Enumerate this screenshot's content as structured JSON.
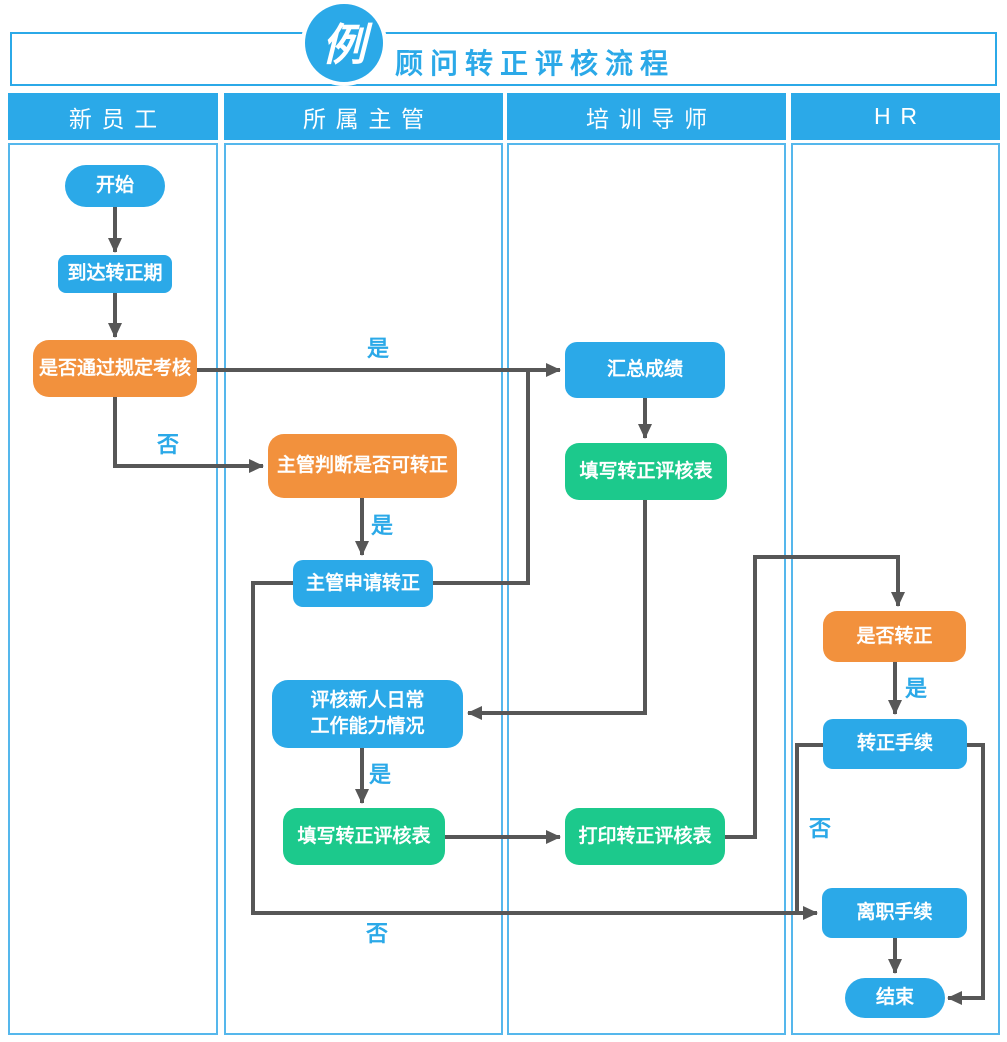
{
  "badge": "例",
  "title": "顾问转正评核流程",
  "colors": {
    "node_blue": "#2BA9E8",
    "node_orange": "#F2913D",
    "node_green": "#1CC98C",
    "arrow_gray": "#575757",
    "label_blue": "#2BA9E8"
  },
  "lanes": [
    {
      "id": "new-employee",
      "label": "新员工"
    },
    {
      "id": "supervisor",
      "label": "所属主管"
    },
    {
      "id": "mentor",
      "label": "培训导师"
    },
    {
      "id": "hr",
      "label": "HR"
    }
  ],
  "nodes": [
    {
      "id": "start",
      "lane": "new-employee",
      "shape": "pill",
      "color": "blue",
      "label": "开始"
    },
    {
      "id": "reach-period",
      "lane": "new-employee",
      "shape": "process",
      "color": "blue",
      "label": "到达转正期"
    },
    {
      "id": "pass-exam",
      "lane": "new-employee",
      "shape": "decision",
      "color": "orange",
      "label": "是否通过规定考核"
    },
    {
      "id": "judge-transfer",
      "lane": "supervisor",
      "shape": "decision",
      "color": "orange",
      "label": "主管判断是否可转正"
    },
    {
      "id": "apply-transfer",
      "lane": "supervisor",
      "shape": "process",
      "color": "blue",
      "label": "主管申请转正"
    },
    {
      "id": "evaluate-daily",
      "lane": "supervisor",
      "shape": "process",
      "color": "blue",
      "label": "评核新人日常\n工作能力情况"
    },
    {
      "id": "fill-form-supervisor",
      "lane": "supervisor",
      "shape": "process",
      "color": "green",
      "label": "填写转正评核表"
    },
    {
      "id": "summarize-scores",
      "lane": "mentor",
      "shape": "process",
      "color": "blue",
      "label": "汇总成绩"
    },
    {
      "id": "fill-form-mentor",
      "lane": "mentor",
      "shape": "process",
      "color": "green",
      "label": "填写转正评核表"
    },
    {
      "id": "print-form",
      "lane": "mentor",
      "shape": "process",
      "color": "green",
      "label": "打印转正评核表"
    },
    {
      "id": "confirm-transfer",
      "lane": "hr",
      "shape": "decision",
      "color": "orange",
      "label": "是否转正"
    },
    {
      "id": "transfer-procedure",
      "lane": "hr",
      "shape": "process",
      "color": "blue",
      "label": "转正手续"
    },
    {
      "id": "resign-procedure",
      "lane": "hr",
      "shape": "process",
      "color": "blue",
      "label": "离职手续"
    },
    {
      "id": "end",
      "lane": "hr",
      "shape": "pill",
      "color": "blue",
      "label": "结束"
    }
  ],
  "edges": [
    {
      "from": "start",
      "to": "reach-period",
      "label": ""
    },
    {
      "from": "reach-period",
      "to": "pass-exam",
      "label": ""
    },
    {
      "from": "pass-exam",
      "to": "summarize-scores",
      "label": "是"
    },
    {
      "from": "apply-transfer",
      "to": "summarize-scores",
      "label": ""
    },
    {
      "from": "pass-exam",
      "to": "judge-transfer",
      "label": "否"
    },
    {
      "from": "judge-transfer",
      "to": "apply-transfer",
      "label": "是"
    },
    {
      "from": "summarize-scores",
      "to": "fill-form-mentor",
      "label": ""
    },
    {
      "from": "fill-form-mentor",
      "to": "evaluate-daily",
      "label": ""
    },
    {
      "from": "evaluate-daily",
      "to": "fill-form-supervisor",
      "label": "是"
    },
    {
      "from": "fill-form-supervisor",
      "to": "print-form",
      "label": ""
    },
    {
      "from": "print-form",
      "to": "confirm-transfer",
      "label": ""
    },
    {
      "from": "confirm-transfer",
      "to": "transfer-procedure",
      "label": "是"
    },
    {
      "from": "transfer-procedure",
      "to": "resign-procedure",
      "label": "否"
    },
    {
      "from": "apply-transfer",
      "to": "resign-procedure",
      "label": "否"
    },
    {
      "from": "resign-procedure",
      "to": "end",
      "label": ""
    },
    {
      "from": "transfer-procedure",
      "to": "end",
      "label": ""
    }
  ]
}
